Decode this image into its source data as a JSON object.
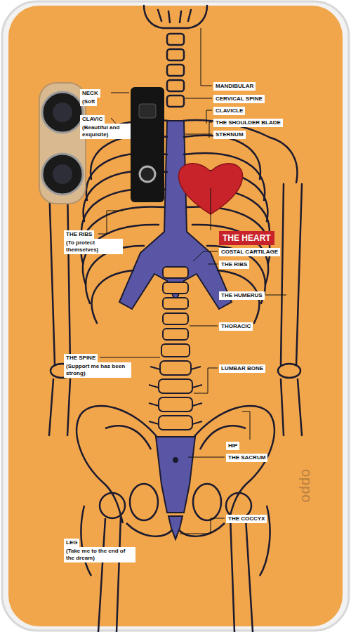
{
  "diagram": {
    "labels": [
      "NECK",
      "(Soft",
      "CLAVIC",
      "(Beautiful and exquisite)",
      "MANDIBULAR",
      "CERVICAL SPINE",
      "CLAVICLE",
      "THE SHOULDER BLADE",
      "STERNUM",
      "THE RIBS",
      "(To protect themselves)",
      "THE HEART",
      "COSTAL CARTILAGE",
      "THE RIBS",
      "THE HUMERUS",
      "THORACIC",
      "THE SPINE",
      "(Support me has been strong)",
      "LUMBAR BONE",
      "HIP",
      "THE SACRUM",
      "THE COCCYX",
      "LEG",
      "(Take me to the end of the dream)",
      "oppo"
    ]
  }
}
